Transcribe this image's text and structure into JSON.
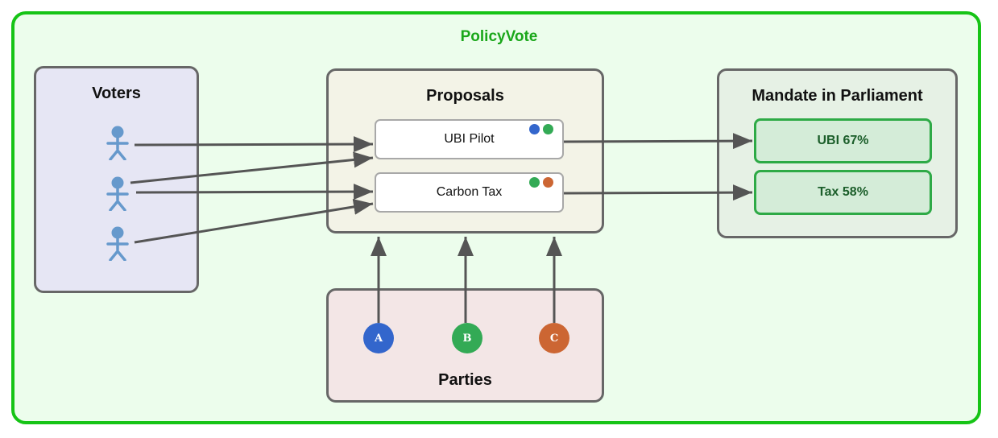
{
  "diagram": {
    "title": "PolicyVote",
    "colors": {
      "frame_border": "#16c416",
      "frame_fill": "#ecfdec",
      "title": "#1aa71a",
      "arrow": "#555555",
      "voter_icon": "#6699cc",
      "party_a": "#3366cc",
      "party_b": "#33aa55",
      "party_c": "#cc6633"
    },
    "voters": {
      "title": "Voters",
      "icon": "person-icon",
      "count": 3
    },
    "proposals": {
      "title": "Proposals",
      "items": [
        {
          "label": "UBI Pilot",
          "supporters": [
            "A",
            "B"
          ]
        },
        {
          "label": "Carbon Tax",
          "supporters": [
            "B",
            "C"
          ]
        }
      ]
    },
    "mandate": {
      "title": "Mandate in Parliament",
      "items": [
        {
          "label": "UBI 67%"
        },
        {
          "label": "Tax 58%"
        }
      ]
    },
    "parties": {
      "title": "Parties",
      "items": [
        {
          "label": "A"
        },
        {
          "label": "B"
        },
        {
          "label": "C"
        }
      ]
    },
    "edges": [
      {
        "from": "voter-1",
        "to": "UBI Pilot"
      },
      {
        "from": "voter-2",
        "to": "UBI Pilot"
      },
      {
        "from": "voter-2",
        "to": "Carbon Tax"
      },
      {
        "from": "voter-3",
        "to": "Carbon Tax"
      },
      {
        "from": "UBI Pilot",
        "to": "UBI 67%"
      },
      {
        "from": "Carbon Tax",
        "to": "Tax 58%"
      },
      {
        "from": "A",
        "to": "Proposals"
      },
      {
        "from": "B",
        "to": "Proposals"
      },
      {
        "from": "C",
        "to": "Proposals"
      }
    ]
  }
}
